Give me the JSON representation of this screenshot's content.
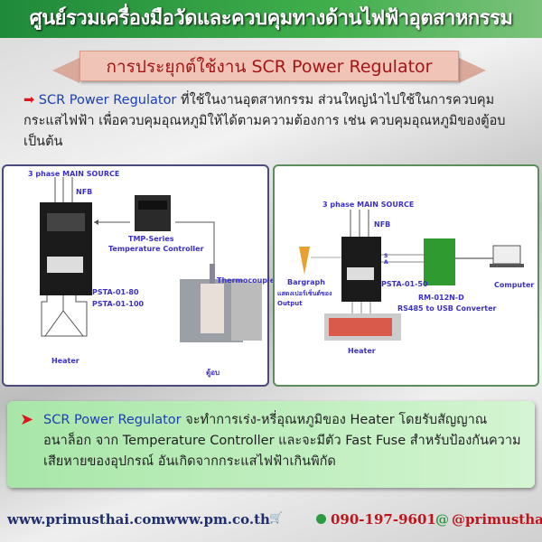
{
  "header": {
    "title": "ศูนย์รวมเครื่องมือวัดและควบคุมทางด้านไฟฟ้าอุตสาหกรรม"
  },
  "ribbon": {
    "title": "การประยุกต์ใช้งาน SCR Power Regulator"
  },
  "intro": {
    "highlight": "SCR Power Regulator",
    "text": " ที่ใช้ในงานอุตสาหกรรม ส่วนใหญ่นำไปใช้ในการควบคุมกระแสไฟฟ้า เพื่อควบคุมอุณหภูมิให้ได้ตามความต้องการ เช่น ควบคุมอุณหภูมิของตู้อบเป็นต้น",
    "icon": "red-arrow-icon"
  },
  "left_diagram": {
    "source": "3 phase MAIN SOURCE",
    "nfb": "NFB",
    "controller_model": "TMP-Series",
    "controller_name": "Temperature Controller",
    "thermocouple": "Thermocouple",
    "model1": "PSTA-01-80",
    "model2": "PSTA-01-100",
    "heater": "Heater",
    "oven": "ตู้อบ"
  },
  "right_diagram": {
    "source": "3 phase MAIN SOURCE",
    "nfb": "NFB",
    "bargraph": "Bargraph",
    "bargraph_desc": "แสดงเปอร์เซ็นต์ของ",
    "output": "Output",
    "model": "PSTA-01-50",
    "converter_model": "RM-012N-D",
    "converter_name": "RS485 to USB Converter",
    "computer": "Computer",
    "heater": "Heater",
    "terminal_s": "S",
    "terminal_a": "A"
  },
  "note": {
    "highlight": "SCR Power Regulator",
    "text": " จะทำการเร่ง-หรี่อุณหภูมิของ Heater โดยรับสัญญาณอนาล็อก จาก Temperature Controller และจะมีตัว Fast Fuse สำหรับป้องกันความเสียหายของอุปกรณ์ อันเกิดจากกระแสไฟฟ้าเกินพิกัด"
  },
  "footer": {
    "website1": "www.primusthai.com",
    "website2": "www.pm.co.th",
    "phone": "090-197-9601",
    "line": "@primusthai"
  },
  "colors": {
    "header_green": "#2e9a41",
    "title_red": "#a31515",
    "link_blue": "#1d3fb5",
    "footer_navy": "#1f2f6e",
    "phone_red": "#c0141c",
    "label_blue": "#3a30c8"
  }
}
